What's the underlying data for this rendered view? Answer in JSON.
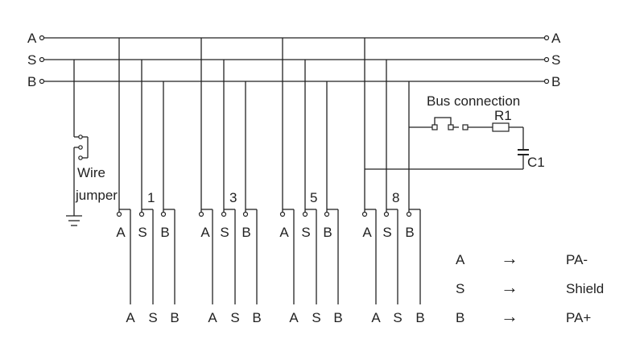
{
  "buses": [
    {
      "left_label": "A",
      "right_label": "A"
    },
    {
      "left_label": "S",
      "right_label": "S"
    },
    {
      "left_label": "B",
      "right_label": "B"
    }
  ],
  "jumper_label_line1": "Wire",
  "jumper_label_line2": "jumper",
  "bus_connection_label": "Bus connection",
  "resistor_label": "R1",
  "capacitor_label": "C1",
  "terminal_groups": [
    {
      "number": "1",
      "top_labels": [
        "A",
        "S",
        "B"
      ],
      "bottom_labels": [
        "A",
        "S",
        "B"
      ]
    },
    {
      "number": "3",
      "top_labels": [
        "A",
        "S",
        "B"
      ],
      "bottom_labels": [
        "A",
        "S",
        "B"
      ]
    },
    {
      "number": "5",
      "top_labels": [
        "A",
        "S",
        "B"
      ],
      "bottom_labels": [
        "A",
        "S",
        "B"
      ]
    },
    {
      "number": "8",
      "top_labels": [
        "A",
        "S",
        "B"
      ],
      "bottom_labels": [
        "A",
        "S",
        "B"
      ]
    }
  ],
  "legend": [
    {
      "from": "A",
      "arrow": "→",
      "to": "PA-"
    },
    {
      "from": "S",
      "arrow": "→",
      "to": "Shield"
    },
    {
      "from": "B",
      "arrow": "→",
      "to": "PA+"
    }
  ]
}
